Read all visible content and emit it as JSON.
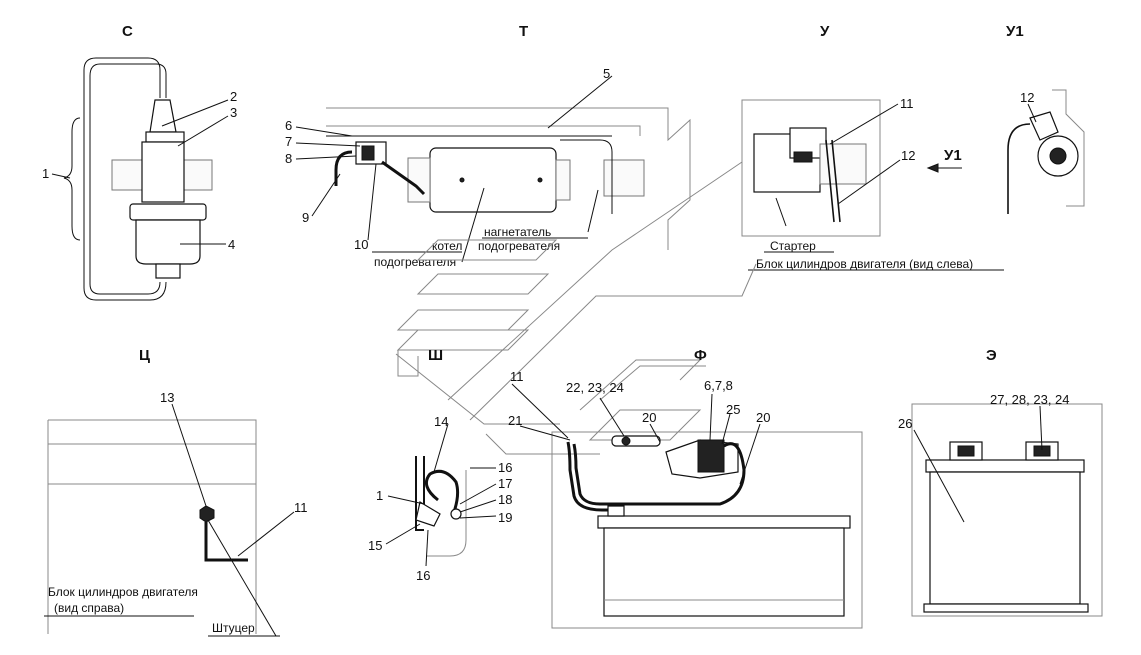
{
  "views": {
    "c": "С",
    "t": "Т",
    "u": "У",
    "u1": "У1",
    "ts": "Ц",
    "sh": "Ш",
    "f": "Ф",
    "e": "Э"
  },
  "arrow_label": "У1",
  "numbers": {
    "c_1": "1",
    "c_2": "2",
    "c_3": "3",
    "c_4": "4",
    "t_5": "5",
    "t_6": "6",
    "t_7": "7",
    "t_8": "8",
    "t_9": "9",
    "t_10": "10",
    "u_11": "11",
    "u_12": "12",
    "u1_12": "12",
    "ts_13": "13",
    "ts_11": "11",
    "sh_14": "14",
    "sh_1": "1",
    "sh_15": "15",
    "sh_16a": "16",
    "sh_16b": "16",
    "sh_17": "17",
    "sh_18": "18",
    "sh_19": "19",
    "f_11": "11",
    "f_21": "21",
    "f_22": "22, 23, 24",
    "f_20a": "20",
    "f_678": "6,7,8",
    "f_25": "25",
    "f_20b": "20",
    "e_26": "26",
    "e_27": "27, 28, 23, 24"
  },
  "captions": {
    "kotel_1": "котел",
    "kotel_2": "подогревателя",
    "nagn_1": "нагнетатель",
    "nagn_2": "подогревателя",
    "starter": "Стартер",
    "block_left": "Блок цилиндров двигателя (вид слева)",
    "block_right_1": "Блок цилиндров двигателя",
    "block_right_2": "(вид справа)",
    "shtutser": "Штуцер"
  }
}
